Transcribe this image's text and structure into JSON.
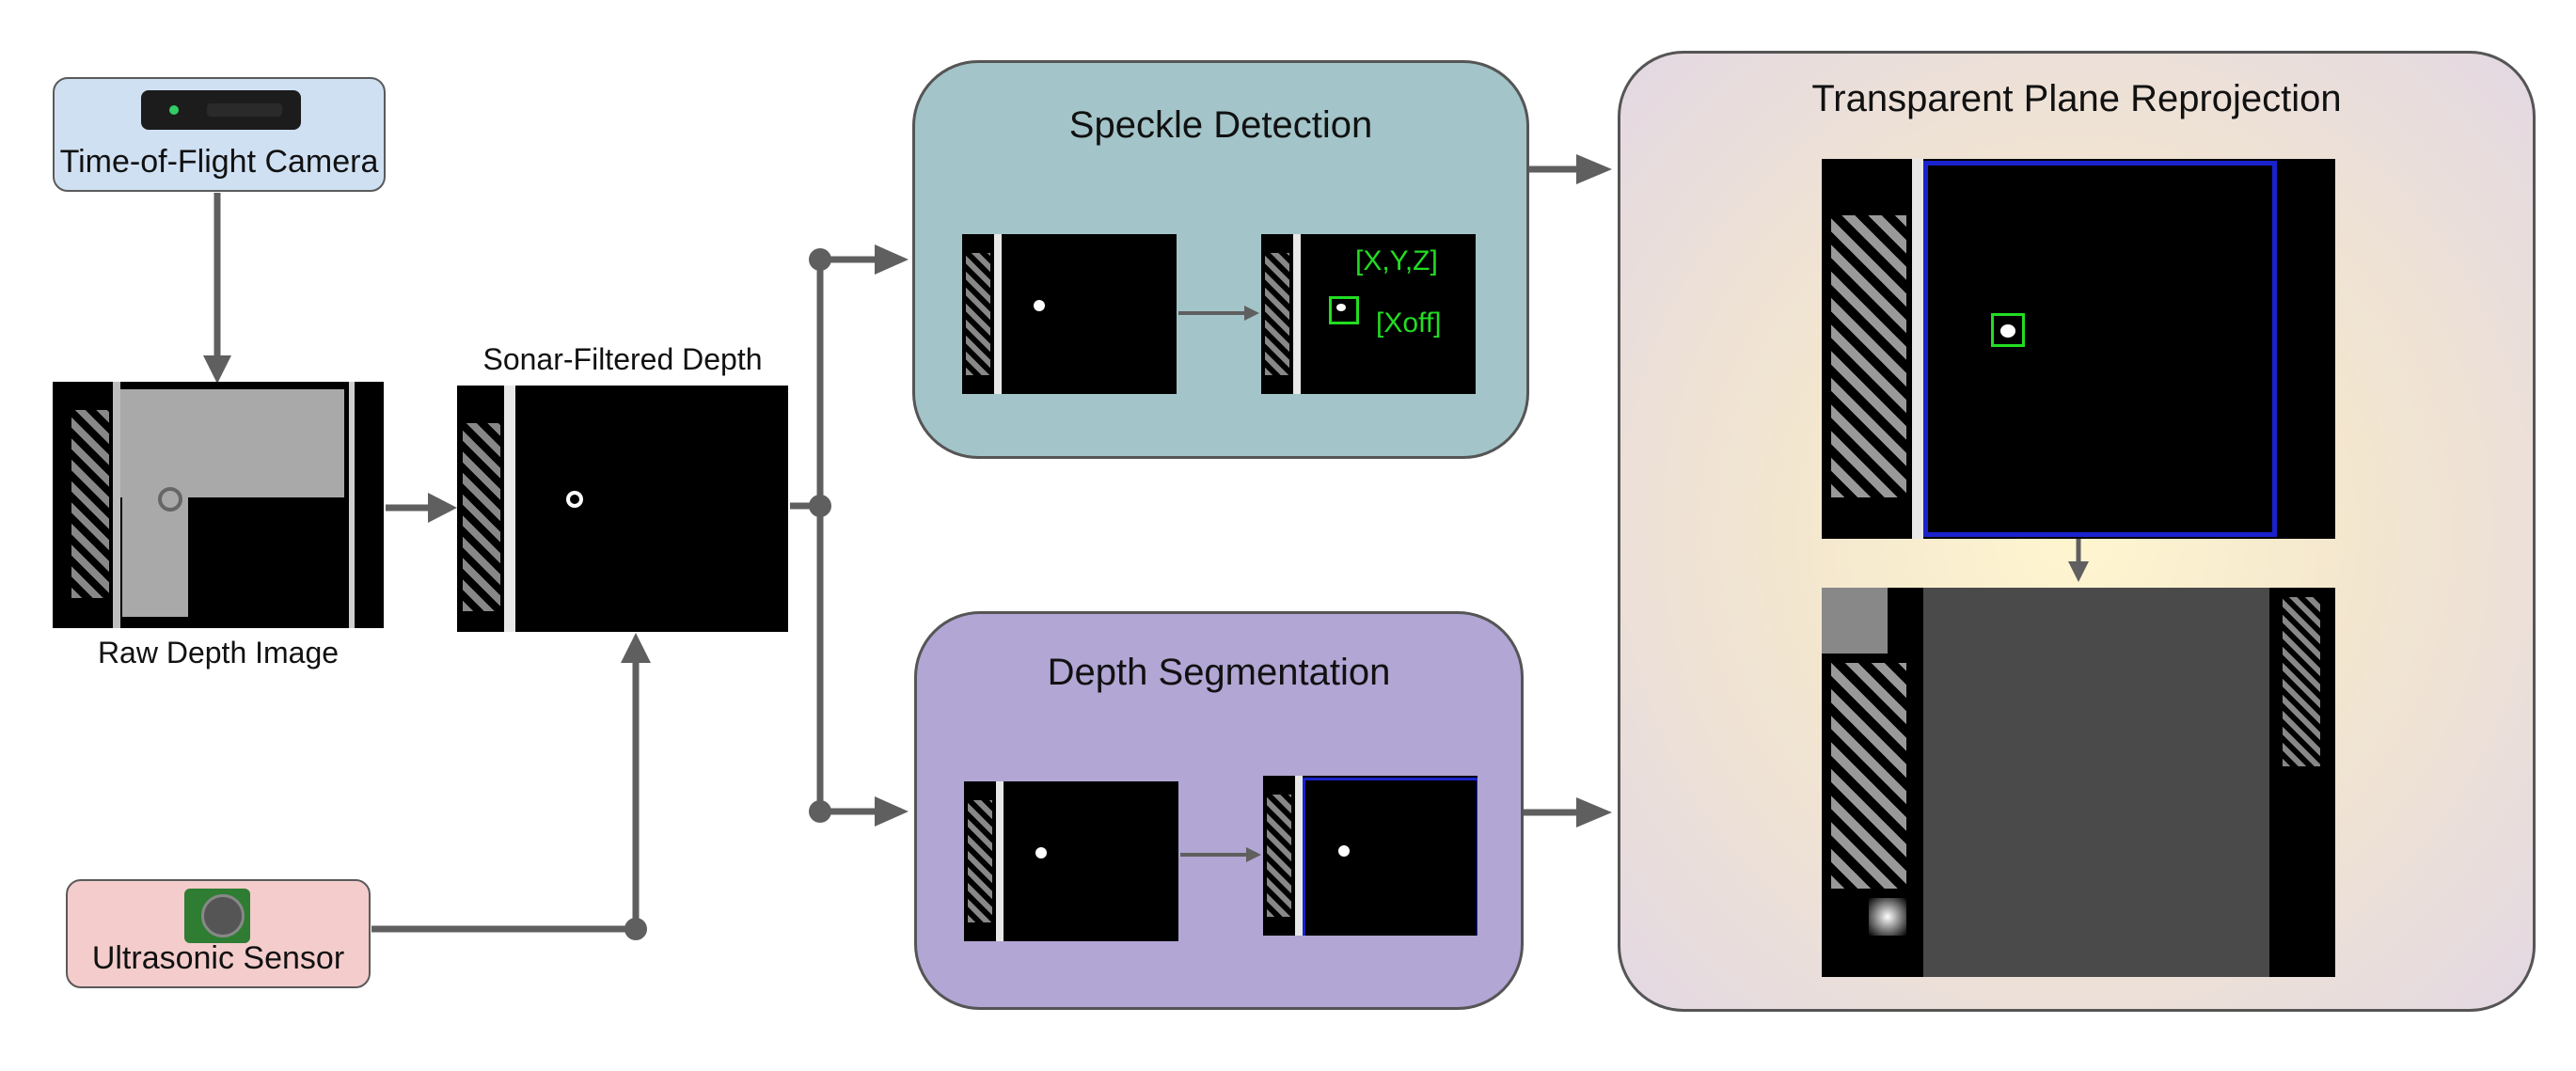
{
  "sources": {
    "tof_camera": {
      "label": "Time-of-Flight Camera",
      "icon": "depth-camera-icon",
      "color": "#cfe0f2"
    },
    "ultrasonic": {
      "label": "Ultrasonic Sensor",
      "icon": "ultrasonic-sensor-icon",
      "color": "#f4cccc"
    }
  },
  "images": {
    "raw_depth": {
      "caption": "Raw Depth Image"
    },
    "sonar_filtered": {
      "caption": "Sonar-Filtered Depth"
    }
  },
  "panels": {
    "speckle": {
      "title": "Speckle Detection",
      "color": "#a3c4c8",
      "annotations": {
        "xyz": "[X,Y,Z]",
        "xoff": "[Xoff]"
      }
    },
    "segmentation": {
      "title": "Depth Segmentation",
      "color": "#b1a6d4"
    },
    "reprojection": {
      "title": "Transparent Plane Reprojection"
    }
  },
  "colors": {
    "arrow": "#5f5f5f",
    "speckle_box": "#22dd22",
    "plane_box": "#1a22cc"
  }
}
